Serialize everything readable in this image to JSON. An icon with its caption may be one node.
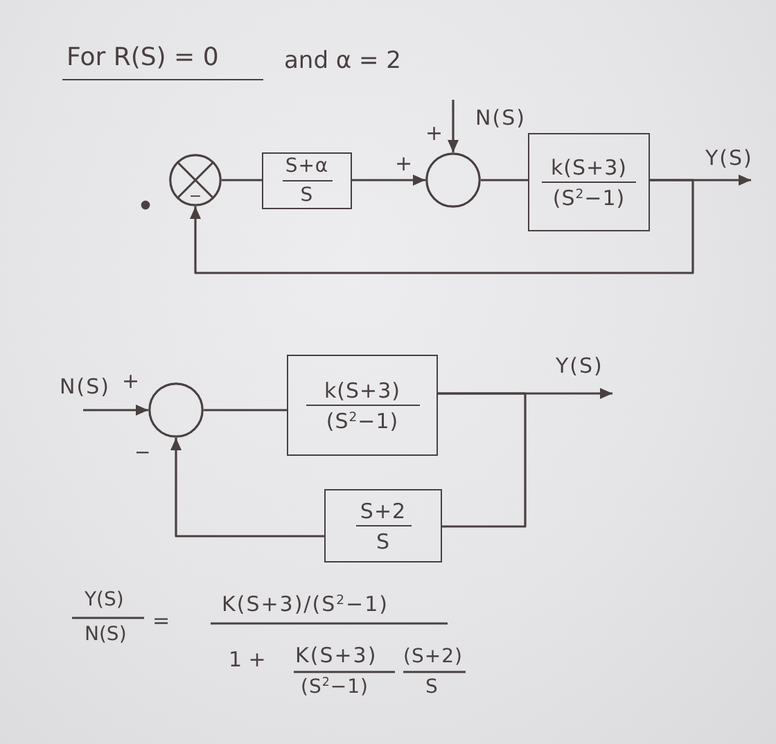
{
  "diagram": {
    "title": "For R(S) = 0",
    "nodes": [
      {
        "text": [],
        "shape": "circle"
      },
      {
        "text": [
          "S+α",
          "S"
        ]
      },
      {
        "text": [],
        "shape": "circle"
      },
      {
        "text": [
          "k(S+3)",
          "(S$^{2}$−1)"
        ]
      },
      {
        "text": [],
        "shape": "circle"
      },
      {
        "text": [
          "k(S+3)",
          "(S$^{2}$−1)"
        ]
      },
      {
        "text": [
          "S+2",
          "S"
        ]
      }
    ],
    "edges": [
      {
        "from": 0,
        "to": 1,
        "arrow": "none"
      },
      {
        "from": 1,
        "to": 2,
        "arrow": "to"
      },
      {
        "from": null,
        "to": 2,
        "arrow": "to",
        "label": "N(S)"
      },
      {
        "from": 2,
        "to": 3,
        "arrow": "none"
      },
      {
        "from": 3,
        "to": null,
        "arrow": "to",
        "label": "Y(S)"
      },
      {
        "from": 3,
        "to": 0,
        "arrow": "to"
      },
      {
        "from": null,
        "to": 4,
        "arrow": "to",
        "label": "N(S)"
      },
      {
        "from": 4,
        "to": 5,
        "arrow": "none"
      },
      {
        "from": 5,
        "to": null,
        "arrow": "to",
        "label": "Y(S)"
      },
      {
        "from": 5,
        "to": 6,
        "arrow": "none"
      },
      {
        "from": 6,
        "to": 4,
        "arrow": "to"
      }
    ],
    "labels": [
      "and α = 2",
      "+",
      "+",
      "−",
      "+",
      "−",
      "Y(S)",
      "K(S+3)/(S$^{2}$−1)",
      "=",
      "N(S)",
      "1 +",
      "K(S+3)",
      "(S+2)",
      "(S$^{2}$−1)",
      "S"
    ]
  }
}
